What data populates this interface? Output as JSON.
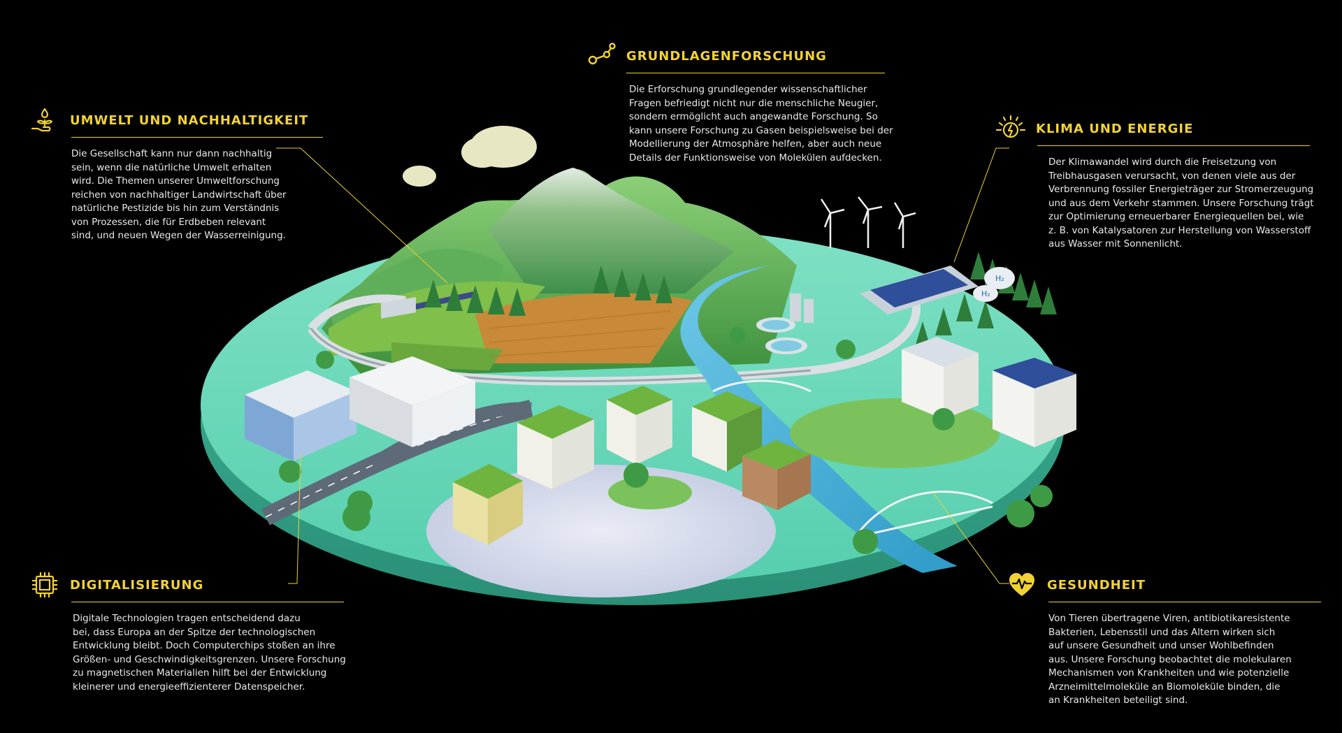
{
  "colors": {
    "accent": "#f2d233",
    "background": "#000000",
    "text": "#eaeaea",
    "platform": "#5fd3b2",
    "river": "#3aaed2"
  },
  "sections": {
    "grundlagen": {
      "icon": "molecule-icon",
      "title": "GRUNDLAGENFORSCHUNG",
      "body": "Die Erforschung grundlegender wissenschaftlicher\nFragen befriedigt nicht nur die menschliche Neugier,\nsondern ermöglicht auch angewandte Forschung. So\nkann unsere Forschung zu Gasen beispielsweise bei der\nModellierung der Atmosphäre helfen, aber auch neue\nDetails der Funktionsweise von Molekülen aufdecken."
    },
    "umwelt": {
      "icon": "hand-plant-icon",
      "title": "UMWELT UND NACHHALTIGKEIT",
      "body": "Die Gesellschaft kann nur dann nachhaltig\nsein, wenn die natürliche Umwelt erhalten\nwird. Die Themen unserer Umweltforschung\nreichen von nachhaltiger Landwirtschaft über\nnatürliche Pestizide bis hin zum Verständnis\nvon Prozessen, die für Erdbeben relevant\nsind, und neuen Wegen der Wasserreinigung."
    },
    "klima": {
      "icon": "sun-energy-icon",
      "title": "KLIMA UND ENERGIE",
      "body": "Der Klimawandel wird durch die Freisetzung von\nTreibhausgasen verursacht, von denen viele aus der\nVerbrennung fossiler Energieträger zur Stromerzeugung\nund aus dem Verkehr stammen. Unsere Forschung trägt\nzur Optimierung erneuerbarer Energiequellen bei, wie\nz. B. von Katalysatoren zur Herstellung von Wasserstoff\naus Wasser mit Sonnenlicht."
    },
    "digital": {
      "icon": "chip-icon",
      "title": "DIGITALISIERUNG",
      "body": "Digitale Technologien tragen entscheidend dazu\n bei, dass Europa an der Spitze der technologischen\nEntwicklung bleibt. Doch Computerchips stoßen an ihre\nGrößen- und Geschwindigkeitsgrenzen. Unsere Forschung\nzu magnetischen Materialien hilft bei der Entwicklung\nkleinerer und energieeffizienterer Datenspeicher."
    },
    "gesund": {
      "icon": "heart-pulse-icon",
      "title": "GESUNDHEIT",
      "body": "Von Tieren übertragene Viren, antibiotikaresistente\nBakterien, Lebensstil und das Altern wirken sich\nauf unsere Gesundheit und unser Wohlbefinden\naus. Unsere Forschung beobachtet die molekularen\nMechanismen von Krankheiten und wie potenzielle\nArzneimittelmoleküle an Biomoleküle binden, die\nan Krankheiten beteiligt sind."
    }
  },
  "illustration": {
    "h2_label_1": "H₂",
    "h2_label_2": "H₂"
  }
}
